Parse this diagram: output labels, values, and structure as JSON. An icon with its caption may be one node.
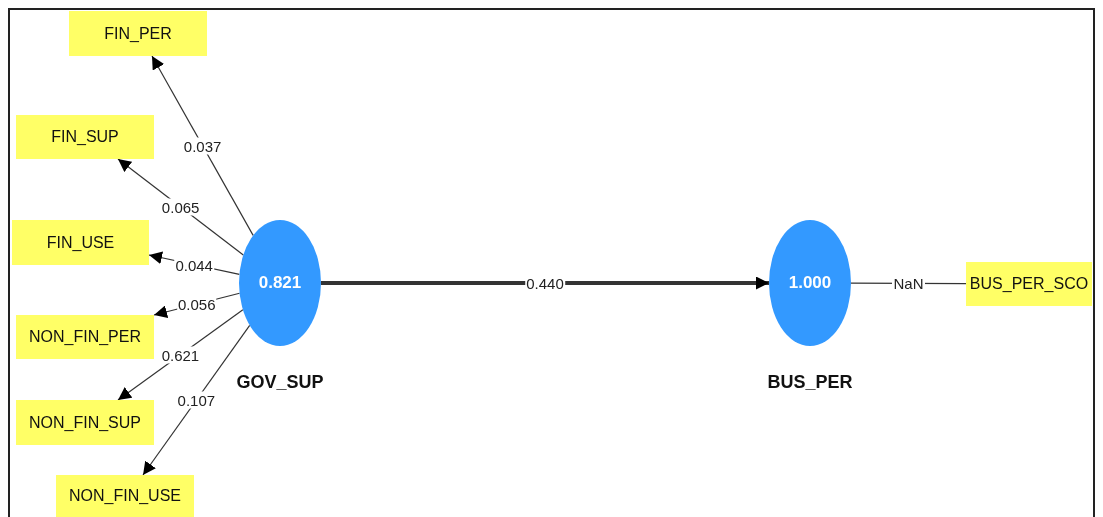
{
  "diagram": {
    "nodes": [
      {
        "text": [
          "FIN_PER"
        ]
      },
      {
        "text": [
          "FIN_SUP"
        ]
      },
      {
        "text": [
          "FIN_USE"
        ]
      },
      {
        "text": [
          "NON_FIN_PER"
        ]
      },
      {
        "text": [
          "NON_FIN_SUP"
        ]
      },
      {
        "text": [
          "NON_FIN_USE"
        ]
      },
      {
        "text": [
          "0.821"
        ],
        "beside": [
          "GOV_SUP"
        ]
      },
      {
        "text": [
          "1.000"
        ],
        "beside": [
          "BUS_PER"
        ]
      },
      {
        "text": [
          "BUS_PER_SCO"
        ]
      }
    ],
    "edges": [
      {
        "from": 6,
        "to": 0,
        "arrow": "to",
        "label": "0.037"
      },
      {
        "from": 6,
        "to": 1,
        "arrow": "to",
        "label": "0.065"
      },
      {
        "from": 6,
        "to": 2,
        "arrow": "to",
        "label": "0.044"
      },
      {
        "from": 6,
        "to": 3,
        "arrow": "to",
        "label": "0.056"
      },
      {
        "from": 6,
        "to": 4,
        "arrow": "to",
        "label": "0.621"
      },
      {
        "from": 6,
        "to": 5,
        "arrow": "to",
        "label": "0.107"
      },
      {
        "from": 6,
        "to": 7,
        "arrow": "to",
        "label": "0.440",
        "style": "thick"
      },
      {
        "from": 7,
        "to": 8,
        "arrow": "none",
        "label": "NaN"
      }
    ]
  }
}
